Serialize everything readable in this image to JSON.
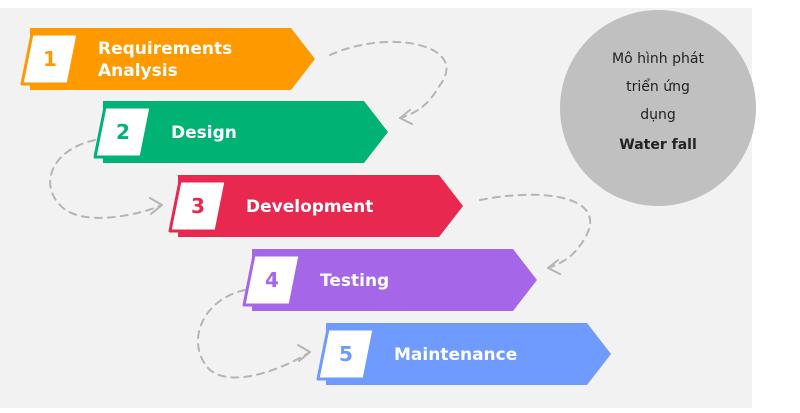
{
  "stages": [
    {
      "number": "1",
      "label_lines": [
        "Requirements",
        "Analysis"
      ],
      "color": "#ff9900"
    },
    {
      "number": "2",
      "label_lines": [
        "Design"
      ],
      "color": "#00b274"
    },
    {
      "number": "3",
      "label_lines": [
        "Development"
      ],
      "color": "#e8284f"
    },
    {
      "number": "4",
      "label_lines": [
        "Testing"
      ],
      "color": "#a666e8"
    },
    {
      "number": "5",
      "label_lines": [
        "Maintenance"
      ],
      "color": "#6f9bff"
    }
  ],
  "note": {
    "lines": [
      "Mô hình phát",
      "triển ứng",
      "dụng",
      "Water fall"
    ],
    "fill": "#c0c0c0"
  },
  "colors": {
    "panel_background": "#f2f2f2",
    "connector": "#b5b5b5"
  }
}
